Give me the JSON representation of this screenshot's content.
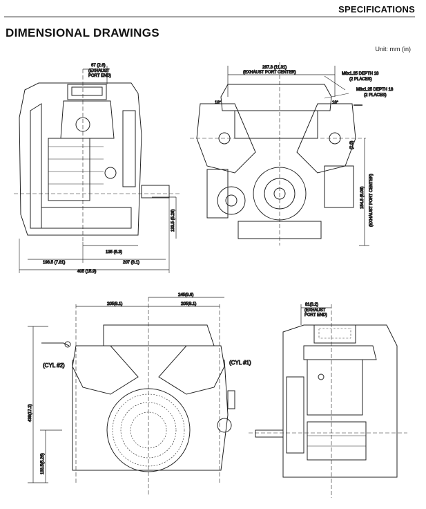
{
  "header": {
    "section": "SPECIFICATIONS"
  },
  "page": {
    "title": "DIMENSIONAL DRAWINGS",
    "unit_note": "Unit: mm (in)"
  },
  "views": {
    "side_left": {
      "dim_top": "67 (2.6)",
      "exhaust_label_1": "(EXHAUST",
      "exhaust_label_2": "PORT END)",
      "dim_height": "133.5 (5.26)",
      "dim_135": "135 (5.3)",
      "dim_207": "207 (8.1)",
      "dim_198": "198.5 (7.81)",
      "dim_405": "405 (15.9)"
    },
    "front_top": {
      "dim_width": "287.3 (11.31)",
      "dim_width_sub": "(EXHAUST PORT CENTER)",
      "bolt1": "M8x1.25 DEPTH 18",
      "bolt1_sub": "(2 PLACES)",
      "bolt2": "M8x1.25 DEPTH 18",
      "bolt2_sub": "(2 PLACES)",
      "angle_left": "18°",
      "angle_right": "18°",
      "dim_small": "(2.6)",
      "dim_height": "154.5 (6.08)",
      "dim_height_sub": "(EXHAUST PORT CENTER)"
    },
    "front_bottom": {
      "dim_245": "245(9.6)",
      "dim_205_left": "205(8.1)",
      "dim_205_right": "205(8.1)",
      "cyl2": "(CYL #2)",
      "cyl1": "(CYL #1)",
      "dim_438": "438(17.2)",
      "dim_133": "133.5(5.26)"
    },
    "side_right": {
      "dim_top": "81(3.2)",
      "exhaust_label_1": "(EXHAUST",
      "exhaust_label_2": "PORT END)"
    }
  }
}
